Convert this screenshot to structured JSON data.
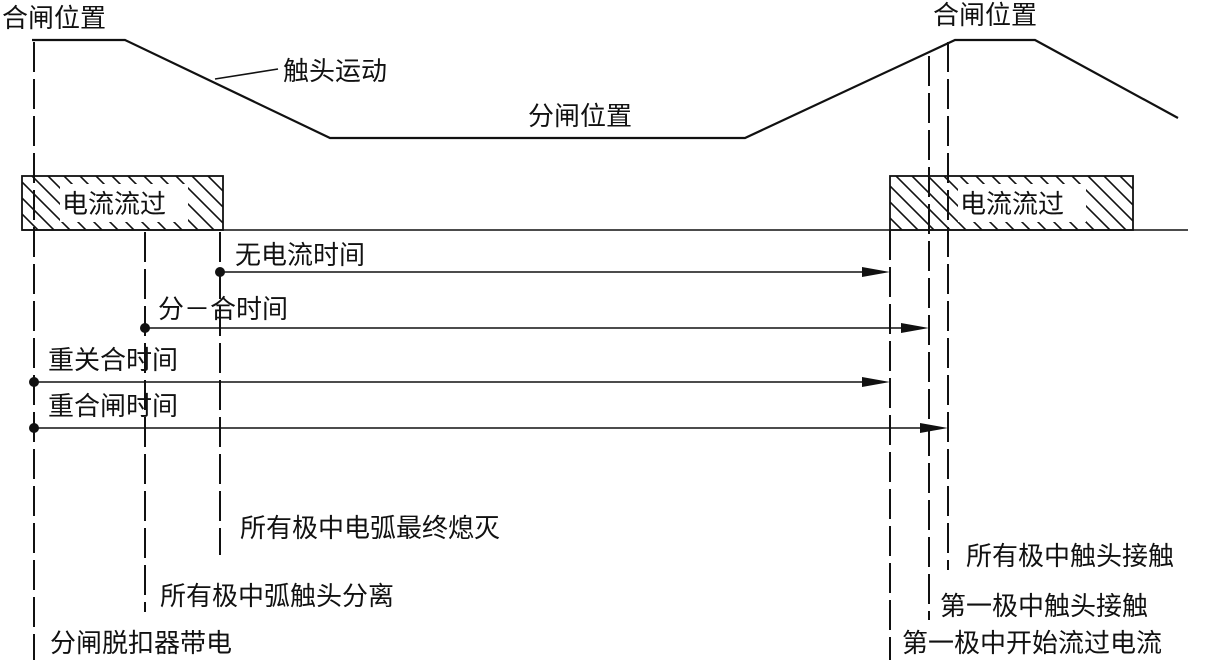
{
  "labels": {
    "closed_left": "合闸位置",
    "closed_right": "合闸位置",
    "contact_motion": "触头运动",
    "open_position": "分闸位置",
    "current_left": "电流流过",
    "current_right": "电流流过",
    "dead_time": "无电流时间",
    "open_close_time": "分－合时间",
    "reclose_time": "重关合时间",
    "reclosing_time": "重合闸时间",
    "arc_extinguished": "所有极中电弧最终熄灭",
    "arc_contacts_separate": "所有极中弧触头分离",
    "trip_energized": "分闸脱扣器带电",
    "all_contacts_touch": "所有极中触头接触",
    "first_pole_contact": "第一极中触头接触",
    "first_pole_current": "第一极中开始流过电流"
  }
}
